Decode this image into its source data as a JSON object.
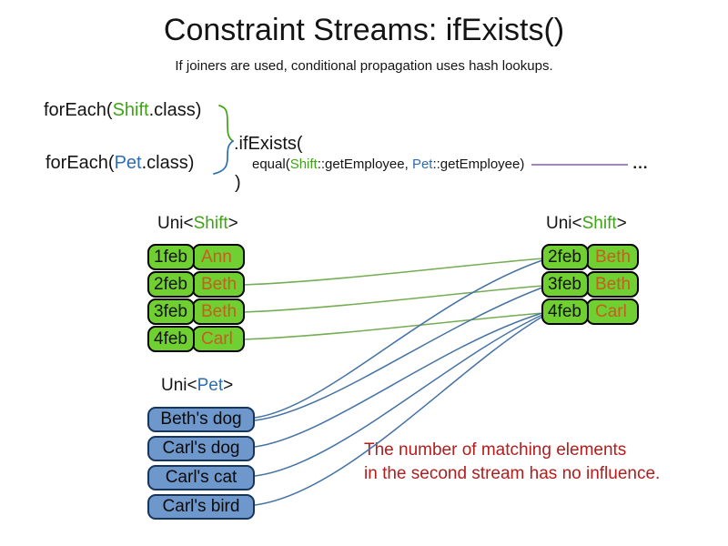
{
  "slide": {
    "title": "Constraint Streams: ifExists()",
    "subtitle": "If joiners are used, conditional propagation uses hash lookups."
  },
  "code": {
    "foreach_shift": {
      "prefix": "forEach(",
      "class_name": "Shift",
      "suffix": ".class)"
    },
    "foreach_pet": {
      "prefix": "forEach(",
      "class_name": "Pet",
      "suffix": ".class)"
    },
    "if_exists": ".ifExists(",
    "equal": {
      "prefix": "equal(",
      "shift_ref": "Shift",
      "middle": "::getEmployee, ",
      "pet_ref": "Pet",
      "suffix": "::getEmployee)"
    },
    "ellipsis": "...",
    "close_paren": ")"
  },
  "left_shift_table": {
    "label": {
      "prefix": "Uni<",
      "type": "Shift",
      "suffix": ">"
    },
    "rows": [
      {
        "date": "1feb",
        "name": "Ann"
      },
      {
        "date": "2feb",
        "name": "Beth"
      },
      {
        "date": "3feb",
        "name": "Beth"
      },
      {
        "date": "4feb",
        "name": "Carl"
      }
    ]
  },
  "right_shift_table": {
    "label": {
      "prefix": "Uni<",
      "type": "Shift",
      "suffix": ">"
    },
    "rows": [
      {
        "date": "2feb",
        "name": "Beth"
      },
      {
        "date": "3feb",
        "name": "Beth"
      },
      {
        "date": "4feb",
        "name": "Carl"
      }
    ]
  },
  "pet_list": {
    "label": {
      "prefix": "Uni<",
      "type": "Pet",
      "suffix": ">"
    },
    "items": [
      {
        "name": "Beth's dog"
      },
      {
        "name": "Carl's dog"
      },
      {
        "name": "Carl's cat"
      },
      {
        "name": "Carl's bird"
      }
    ]
  },
  "annotation": {
    "line1": "The number of matching elements",
    "line2": "in the second stream has no influence."
  },
  "colors": {
    "shift_green_text": "#3FA316",
    "pet_blue_text": "#2E6DB4",
    "shift_box_fill": "#70CF31",
    "pet_box_fill": "#6E97CB",
    "pet_box_border": "#17365D",
    "employee_orange_text": "#C55F1F",
    "match_line_green": "#74AD54",
    "match_line_blue": "#4472A4",
    "joiner_rule_purple": "#A287BE",
    "annotation_red": "#B01E1E"
  }
}
